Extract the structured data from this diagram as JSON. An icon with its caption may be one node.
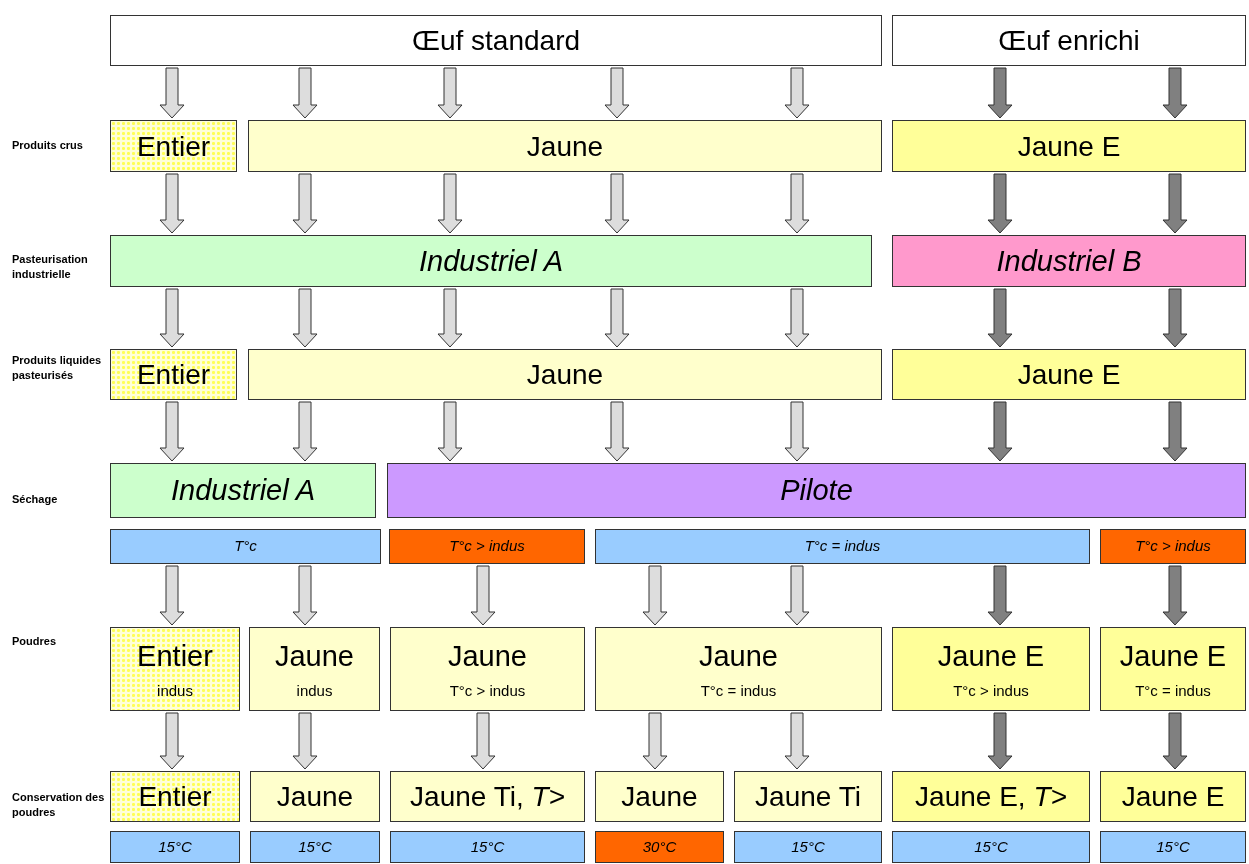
{
  "diagram": {
    "nodes": [
      {
        "text": [
          "Œuf standard"
        ]
      },
      {
        "text": [
          "Œuf enrichi"
        ]
      },
      {
        "text": [
          "Entier"
        ]
      },
      {
        "text": [
          "Jaune"
        ]
      },
      {
        "text": [
          "Jaune E"
        ]
      },
      {
        "text": [
          "Industriel A"
        ]
      },
      {
        "text": [
          "Industriel B"
        ]
      },
      {
        "text": [
          "Entier"
        ]
      },
      {
        "text": [
          "Jaune"
        ]
      },
      {
        "text": [
          "Jaune E"
        ]
      },
      {
        "text": [
          "Industriel A"
        ]
      },
      {
        "text": [
          "Pilote"
        ]
      },
      {
        "text": [
          "T°c"
        ]
      },
      {
        "text": [
          "T°c > indus"
        ]
      },
      {
        "text": [
          "T°c = indus"
        ]
      },
      {
        "text": [
          "T°c > indus"
        ]
      },
      {
        "text": [
          "Entier",
          "indus"
        ]
      },
      {
        "text": [
          "Jaune",
          "indus"
        ]
      },
      {
        "text": [
          "Jaune",
          "T°c > indus"
        ]
      },
      {
        "text": [
          "Jaune",
          "T°c = indus"
        ]
      },
      {
        "text": [
          "Jaune E",
          "T°c > indus"
        ]
      },
      {
        "text": [
          "Jaune E",
          "T°c = indus"
        ]
      },
      {
        "text": [
          "Entier"
        ]
      },
      {
        "text": [
          "Jaune"
        ]
      },
      {
        "text": [
          "Jaune Ti, *T>*"
        ]
      },
      {
        "text": [
          "Jaune"
        ]
      },
      {
        "text": [
          "Jaune Ti"
        ]
      },
      {
        "text": [
          "Jaune E, *T>*"
        ]
      },
      {
        "text": [
          "Jaune E"
        ]
      },
      {
        "text": [
          "15°C"
        ]
      },
      {
        "text": [
          "15°C"
        ]
      },
      {
        "text": [
          "15°C"
        ]
      },
      {
        "text": [
          "30°C"
        ]
      },
      {
        "text": [
          "15°C"
        ]
      },
      {
        "text": [
          "15°C"
        ]
      },
      {
        "text": [
          "15°C"
        ]
      }
    ],
    "edges": [
      {
        "from": 0,
        "to": 2,
        "arrow": "to"
      },
      {
        "from": 0,
        "to": 3,
        "arrow": "to"
      },
      {
        "from": 0,
        "to": 3,
        "arrow": "to"
      },
      {
        "from": 0,
        "to": 3,
        "arrow": "to"
      },
      {
        "from": 0,
        "to": 3,
        "arrow": "to"
      },
      {
        "from": 1,
        "to": 4,
        "arrow": "to",
        "color": "#808080"
      },
      {
        "from": 1,
        "to": 4,
        "arrow": "to",
        "color": "#808080"
      },
      {
        "from": 2,
        "to": 5,
        "arrow": "to"
      },
      {
        "from": 3,
        "to": 5,
        "arrow": "to"
      },
      {
        "from": 3,
        "to": 5,
        "arrow": "to"
      },
      {
        "from": 3,
        "to": 5,
        "arrow": "to"
      },
      {
        "from": 3,
        "to": 5,
        "arrow": "to"
      },
      {
        "from": 4,
        "to": 6,
        "arrow": "to",
        "color": "#808080"
      },
      {
        "from": 4,
        "to": 6,
        "arrow": "to",
        "color": "#808080"
      },
      {
        "from": 5,
        "to": 7,
        "arrow": "to"
      },
      {
        "from": 5,
        "to": 8,
        "arrow": "to"
      },
      {
        "from": 5,
        "to": 8,
        "arrow": "to"
      },
      {
        "from": 5,
        "to": 8,
        "arrow": "to"
      },
      {
        "from": 5,
        "to": 8,
        "arrow": "to"
      },
      {
        "from": 6,
        "to": 9,
        "arrow": "to",
        "color": "#808080"
      },
      {
        "from": 6,
        "to": 9,
        "arrow": "to",
        "color": "#808080"
      },
      {
        "from": 7,
        "to": 10,
        "arrow": "to"
      },
      {
        "from": 8,
        "to": 10,
        "arrow": "to"
      },
      {
        "from": 8,
        "to": 11,
        "arrow": "to"
      },
      {
        "from": 8,
        "to": 11,
        "arrow": "to"
      },
      {
        "from": 8,
        "to": 11,
        "arrow": "to"
      },
      {
        "from": 9,
        "to": 11,
        "arrow": "to",
        "color": "#808080"
      },
      {
        "from": 9,
        "to": 11,
        "arrow": "to",
        "color": "#808080"
      },
      {
        "from": 12,
        "to": 16,
        "arrow": "to"
      },
      {
        "from": 12,
        "to": 17,
        "arrow": "to"
      },
      {
        "from": 13,
        "to": 18,
        "arrow": "to"
      },
      {
        "from": 14,
        "to": 19,
        "arrow": "to"
      },
      {
        "from": 14,
        "to": 19,
        "arrow": "to"
      },
      {
        "from": 14,
        "to": 20,
        "arrow": "to",
        "color": "#808080"
      },
      {
        "from": 15,
        "to": 21,
        "arrow": "to",
        "color": "#808080"
      },
      {
        "from": 16,
        "to": 22,
        "arrow": "to"
      },
      {
        "from": 17,
        "to": 23,
        "arrow": "to"
      },
      {
        "from": 18,
        "to": 24,
        "arrow": "to"
      },
      {
        "from": 19,
        "to": 25,
        "arrow": "to"
      },
      {
        "from": 19,
        "to": 26,
        "arrow": "to"
      },
      {
        "from": 20,
        "to": 27,
        "arrow": "to",
        "color": "#808080"
      },
      {
        "from": 21,
        "to": 28,
        "arrow": "to",
        "color": "#808080"
      }
    ],
    "labels": [
      "Produits crus",
      "Pasteurisation industrielle",
      "Produits liquides pasteurisés",
      "Séchage",
      "Poudres",
      "Conservation des poudres"
    ]
  }
}
